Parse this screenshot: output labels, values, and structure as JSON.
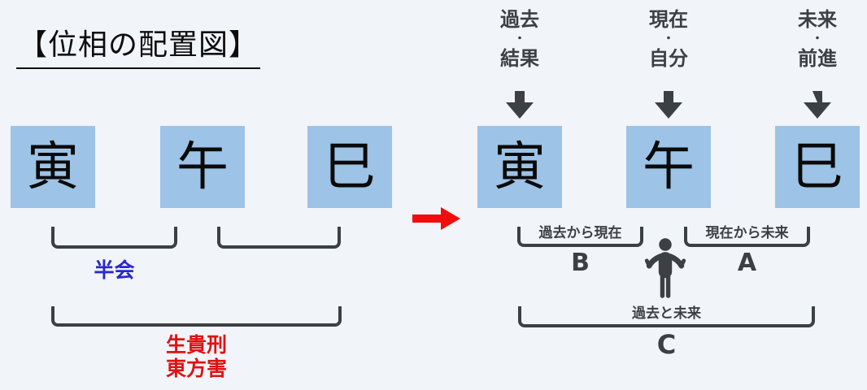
{
  "title": "【位相の配置図】",
  "colors": {
    "background": "#F1F4F8",
    "box_fill": "#9DC3E6",
    "dark": "#3B4045",
    "accent_blue": "#2828CE",
    "accent_red": "#DF1212",
    "arrow_red": "#F20D0D"
  },
  "left_panel": {
    "boxes": [
      "寅",
      "午",
      "巳"
    ],
    "half_union_label": "半会",
    "big_bracket_label_line1": "生貴刑",
    "big_bracket_label_line2": "東方害"
  },
  "right_panel": {
    "boxes": [
      "寅",
      "午",
      "巳"
    ],
    "top_labels": [
      {
        "line1": "過去",
        "separator": "・",
        "line2": "結果"
      },
      {
        "line1": "現在",
        "separator": "・",
        "line2": "自分"
      },
      {
        "line1": "未来",
        "separator": "・",
        "line2": "前進"
      }
    ],
    "bracket_past_present": {
      "label": "過去から現在",
      "letter": "B"
    },
    "bracket_present_future": {
      "label": "現在から未来",
      "letter": "A"
    },
    "bracket_past_future": {
      "label": "過去と未来",
      "letter": "C"
    }
  }
}
